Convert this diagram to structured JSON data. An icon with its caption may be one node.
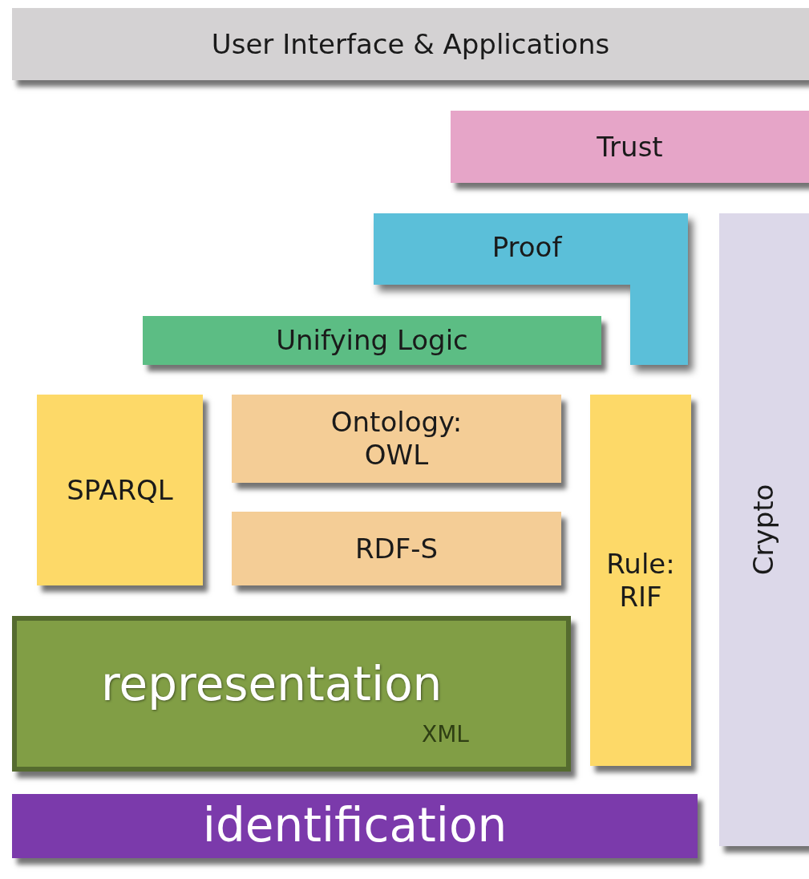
{
  "diagram": {
    "nodes": [
      {
        "text": [
          "User Interface & Applications"
        ]
      },
      {
        "text": [
          "Trust"
        ]
      },
      {
        "text": [
          "Proof"
        ]
      },
      {
        "text": [
          "Crypto"
        ]
      },
      {
        "text": [
          "Unifying Logic"
        ]
      },
      {
        "text": [
          "SPARQL"
        ]
      },
      {
        "text": [
          "Ontology: OWL"
        ]
      },
      {
        "text": [
          "Rule: RIF"
        ]
      },
      {
        "text": [
          "RDF-S"
        ]
      },
      {
        "text": [
          "representation",
          "XML"
        ]
      },
      {
        "text": [
          "identification"
        ]
      }
    ]
  }
}
